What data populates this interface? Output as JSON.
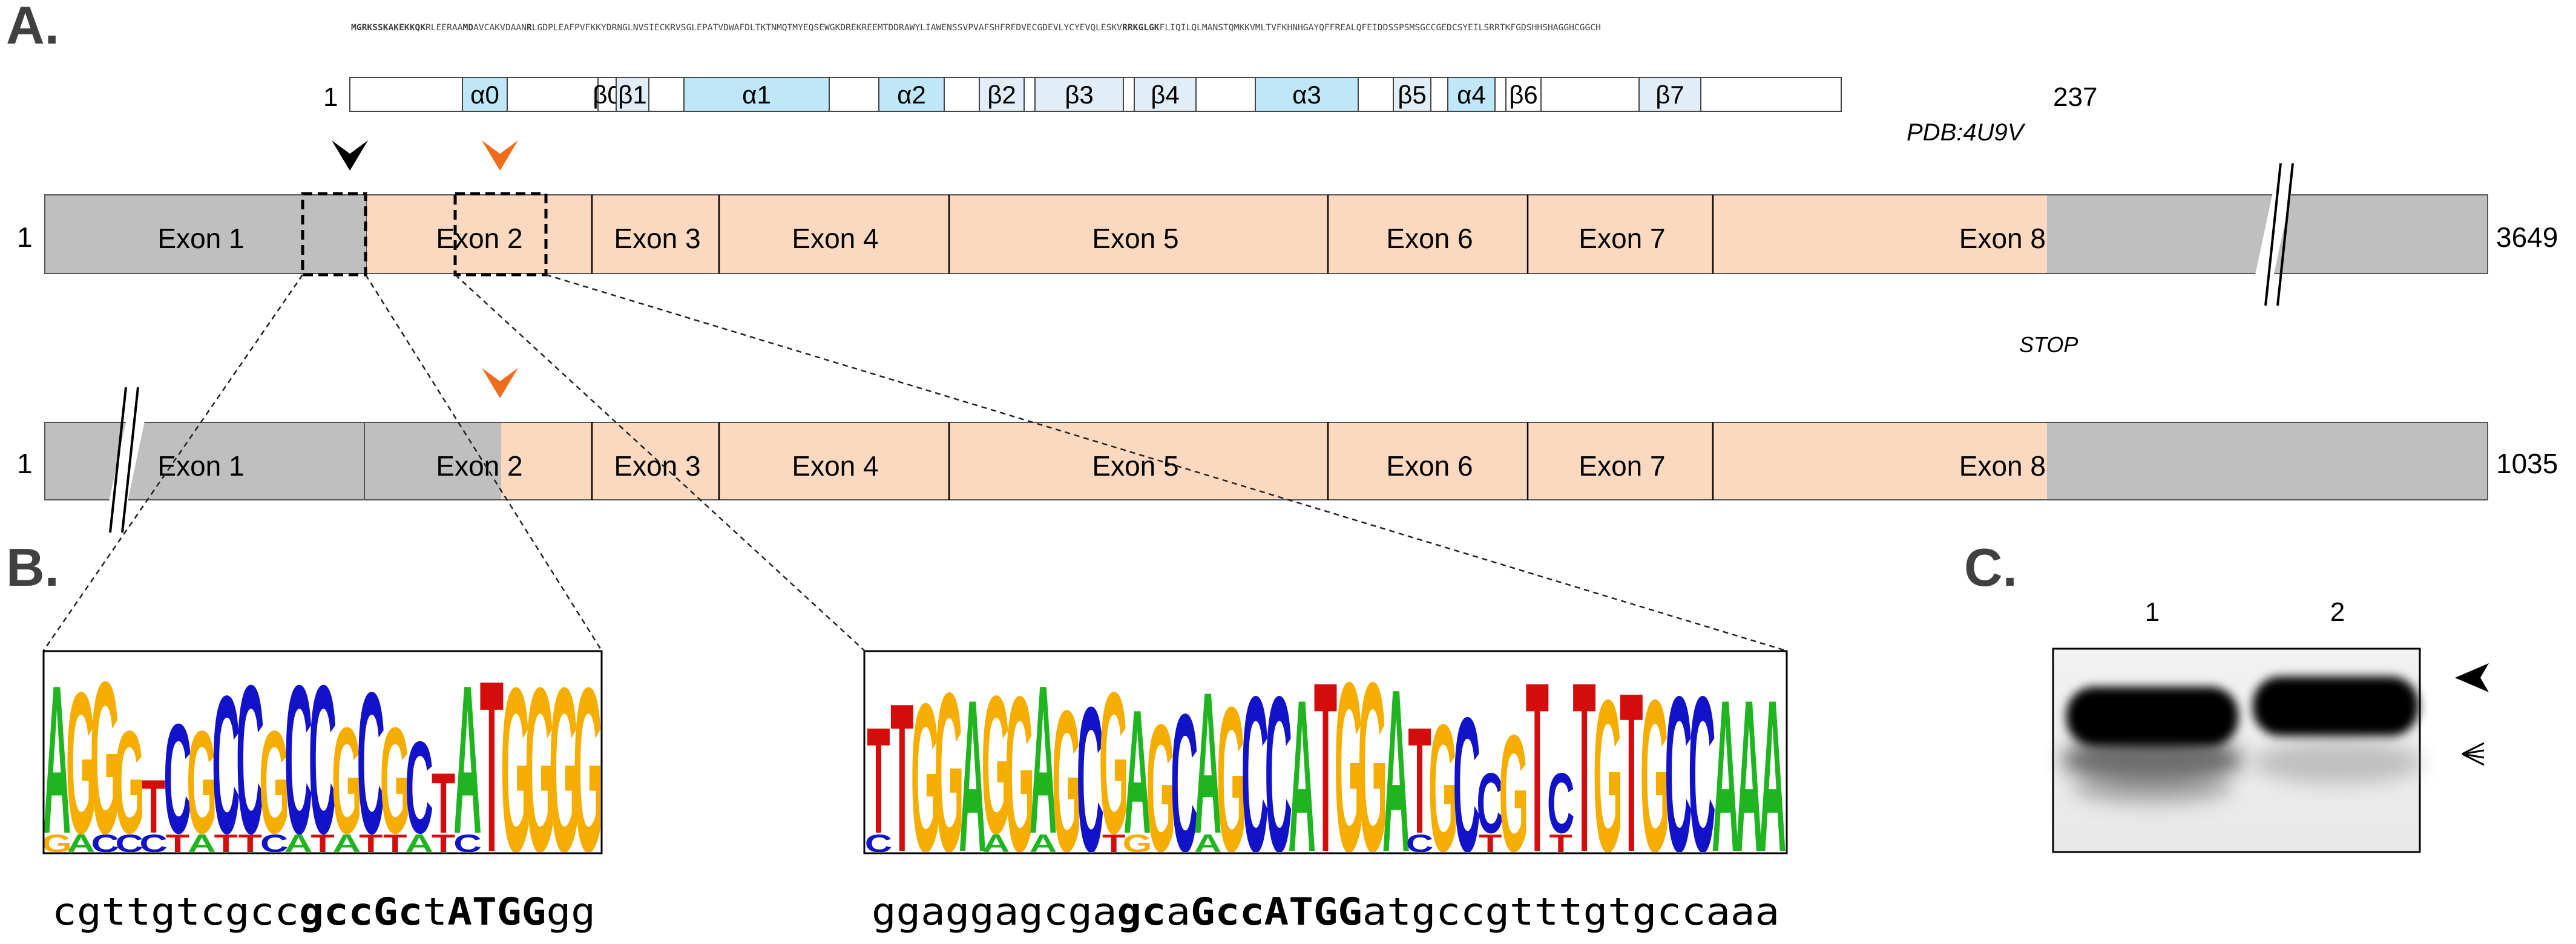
{
  "panels": {
    "a": "A.",
    "b": "B.",
    "c": "C."
  },
  "sequence": {
    "pre": "MGRKSSKAKEKKQK",
    "mid1": "RLEERAA",
    "b1": "MD",
    "mid2": "AVCAKVDAAN",
    "b2": "R",
    "body": "LGDPLEAFPVFKKYDRNGLNVSIECKRVSGLEPATVDWAFDLTKTNMQTMYEQSEWGKDREKREEMTDDRAWYLIAWENSSVPVAFSHFRFDVECGDEVLYCYEVQLESKV",
    "b3": "RRKGLGK",
    "post": "FLIQILQLMANSTQMKKVMLTVFKHNHGAYQFFREALQFEIDDSSPSMSGCCGEDCSYEILSRRTKFGDSHHSHAGGHCGGCH"
  },
  "protein": {
    "start": "1",
    "end": "237",
    "pdb": "PDB:4U9V",
    "segments": [
      {
        "label": "",
        "type": "coil"
      },
      {
        "label": "α0",
        "type": "helix"
      },
      {
        "label": "",
        "type": "coil"
      },
      {
        "label": "β0",
        "type": "coil"
      },
      {
        "label": "β1",
        "type": "strand"
      },
      {
        "label": "",
        "type": "coil"
      },
      {
        "label": "α1",
        "type": "helix"
      },
      {
        "label": "",
        "type": "coil"
      },
      {
        "label": "α2",
        "type": "helix"
      },
      {
        "label": "",
        "type": "coil"
      },
      {
        "label": "β2",
        "type": "strand"
      },
      {
        "label": "",
        "type": "coil"
      },
      {
        "label": "β3",
        "type": "strand"
      },
      {
        "label": "",
        "type": "coil"
      },
      {
        "label": "β4",
        "type": "strand"
      },
      {
        "label": "",
        "type": "coil"
      },
      {
        "label": "α3",
        "type": "helix"
      },
      {
        "label": "",
        "type": "coil"
      },
      {
        "label": "β5",
        "type": "strand"
      },
      {
        "label": "",
        "type": "coil"
      },
      {
        "label": "α4",
        "type": "helix"
      },
      {
        "label": "",
        "type": "coil"
      },
      {
        "label": "β6",
        "type": "coil"
      },
      {
        "label": "",
        "type": "coil"
      },
      {
        "label": "β7",
        "type": "strand"
      },
      {
        "label": "",
        "type": "coil"
      }
    ]
  },
  "transcript1": {
    "start": "1",
    "end": "3649",
    "stop": "STOP",
    "exons": [
      "Exon 1",
      "Exon 2",
      "Exon 3",
      "Exon 4",
      "Exon 5",
      "Exon 6",
      "Exon 7",
      "Exon 8"
    ]
  },
  "transcript2": {
    "start": "1",
    "end": "1035",
    "exons": [
      "Exon 1",
      "Exon 2",
      "Exon 3",
      "Exon 4",
      "Exon 5",
      "Exon 6",
      "Exon 7",
      "Exon 8"
    ]
  },
  "logo1": {
    "seq": [
      {
        "t": "cgttgtcgcc",
        "b": false
      },
      {
        "t": "gccGc",
        "b": true
      },
      {
        "t": "t",
        "b": false
      },
      {
        "t": "ATGG",
        "b": true
      },
      {
        "t": "gg",
        "b": false
      }
    ],
    "columns": [
      {
        "main": "A",
        "h": 0.84,
        "small": "G"
      },
      {
        "main": "G",
        "h": 0.8,
        "small": "A"
      },
      {
        "main": "G",
        "h": 0.86,
        "small": "C"
      },
      {
        "main": "G",
        "h": 0.58,
        "small": "C"
      },
      {
        "main": "T",
        "h": 0.3,
        "small": "C"
      },
      {
        "main": "C",
        "h": 0.62,
        "small": "T"
      },
      {
        "main": "G",
        "h": 0.58,
        "small": "A"
      },
      {
        "main": "C",
        "h": 0.78,
        "small": "T"
      },
      {
        "main": "C",
        "h": 0.84,
        "small": "T"
      },
      {
        "main": "G",
        "h": 0.58,
        "small": "C"
      },
      {
        "main": "C",
        "h": 0.84,
        "small": "A"
      },
      {
        "main": "C",
        "h": 0.84,
        "small": "T"
      },
      {
        "main": "G",
        "h": 0.6,
        "small": "A"
      },
      {
        "main": "C",
        "h": 0.8,
        "small": "T"
      },
      {
        "main": "G",
        "h": 0.6,
        "small": "T"
      },
      {
        "main": "C",
        "h": 0.52,
        "small": "A"
      },
      {
        "main": "T",
        "h": 0.34,
        "small": "T"
      },
      {
        "main": "A",
        "h": 0.84,
        "small": "C"
      },
      {
        "main": "T",
        "h": 0.97,
        "small": ""
      },
      {
        "main": "G",
        "h": 0.93,
        "small": ""
      },
      {
        "main": "G",
        "h": 0.93,
        "small": ""
      },
      {
        "main": "G",
        "h": 0.93,
        "small": ""
      },
      {
        "main": "G",
        "h": 0.93,
        "small": ""
      }
    ]
  },
  "logo2": {
    "seq": [
      {
        "t": "ggaggagcga",
        "b": false
      },
      {
        "t": "gc",
        "b": true
      },
      {
        "t": "a",
        "b": false
      },
      {
        "t": "GccATGG",
        "b": true
      },
      {
        "t": "atgccgtttgtgccaaa",
        "b": false
      }
    ],
    "columns": [
      {
        "main": "T",
        "h": 0.6,
        "small": "C"
      },
      {
        "main": "T",
        "h": 0.84,
        "small": ""
      },
      {
        "main": "G",
        "h": 0.84,
        "small": ""
      },
      {
        "main": "G",
        "h": 0.9,
        "small": ""
      },
      {
        "main": "A",
        "h": 0.86,
        "small": ""
      },
      {
        "main": "G",
        "h": 0.78,
        "small": "A"
      },
      {
        "main": "G",
        "h": 0.88,
        "small": ""
      },
      {
        "main": "A",
        "h": 0.84,
        "small": "A"
      },
      {
        "main": "G",
        "h": 0.8,
        "small": ""
      },
      {
        "main": "C",
        "h": 0.82,
        "small": ""
      },
      {
        "main": "G",
        "h": 0.8,
        "small": "T"
      },
      {
        "main": "A",
        "h": 0.7,
        "small": "G"
      },
      {
        "main": "G",
        "h": 0.72,
        "small": ""
      },
      {
        "main": "C",
        "h": 0.78,
        "small": ""
      },
      {
        "main": "A",
        "h": 0.8,
        "small": "A"
      },
      {
        "main": "G",
        "h": 0.82,
        "small": ""
      },
      {
        "main": "C",
        "h": 0.88,
        "small": ""
      },
      {
        "main": "C",
        "h": 0.88,
        "small": ""
      },
      {
        "main": "A",
        "h": 0.86,
        "small": ""
      },
      {
        "main": "T",
        "h": 0.96,
        "small": ""
      },
      {
        "main": "G",
        "h": 0.96,
        "small": ""
      },
      {
        "main": "G",
        "h": 0.96,
        "small": ""
      },
      {
        "main": "A",
        "h": 0.92,
        "small": ""
      },
      {
        "main": "T",
        "h": 0.6,
        "small": "C"
      },
      {
        "main": "G",
        "h": 0.72,
        "small": ""
      },
      {
        "main": "C",
        "h": 0.76,
        "small": ""
      },
      {
        "main": "C",
        "h": 0.34,
        "small": "T"
      },
      {
        "main": "G",
        "h": 0.66,
        "small": ""
      },
      {
        "main": "T",
        "h": 0.96,
        "small": ""
      },
      {
        "main": "C",
        "h": 0.34,
        "small": "T"
      },
      {
        "main": "T",
        "h": 0.96,
        "small": ""
      },
      {
        "main": "G",
        "h": 0.86,
        "small": ""
      },
      {
        "main": "T",
        "h": 0.9,
        "small": ""
      },
      {
        "main": "G",
        "h": 0.86,
        "small": ""
      },
      {
        "main": "C",
        "h": 0.88,
        "small": ""
      },
      {
        "main": "C",
        "h": 0.88,
        "small": ""
      },
      {
        "main": "A",
        "h": 0.86,
        "small": ""
      },
      {
        "main": "A",
        "h": 0.86,
        "small": ""
      },
      {
        "main": "A",
        "h": 0.86,
        "small": ""
      }
    ]
  },
  "blot": {
    "lanes": [
      "1",
      "2"
    ]
  },
  "colors": {
    "exon": "#fbd8c0",
    "utr": "#bfbfbf",
    "helix": "#bfe7f7",
    "strand": "#e2eef7",
    "arrow_orange": "#ee6c1a",
    "A": "#20b520",
    "C": "#1212c8",
    "G": "#f5ae00",
    "T": "#d40c0c"
  }
}
